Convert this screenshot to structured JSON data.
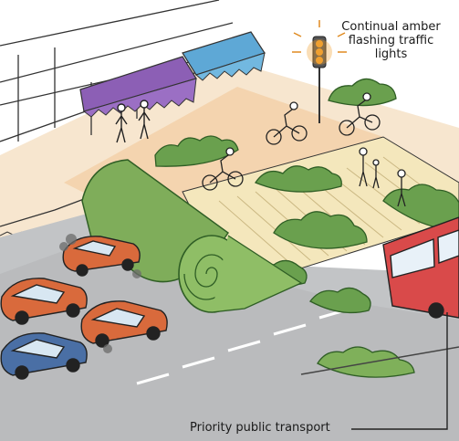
{
  "annotations": {
    "amber_lights_line1": "Continual amber",
    "amber_lights_line2": "flashing traffic",
    "amber_lights_line3": "lights",
    "priority_transport": "Priority public transport"
  },
  "colors": {
    "awning_purple": "#8c5fb5",
    "awning_blue": "#5ea8d6",
    "grass_roll": "#7fad5a",
    "hedge": "#6aa04e",
    "street_orange": "#f2cfa6",
    "crossing_cream": "#f4e7bc",
    "road_grey": "#b4b6b8",
    "car_orange": "#d96a3c",
    "car_blue": "#4a6fa5",
    "bus_red": "#d94a4a",
    "traffic_amber": "#f0a030"
  }
}
